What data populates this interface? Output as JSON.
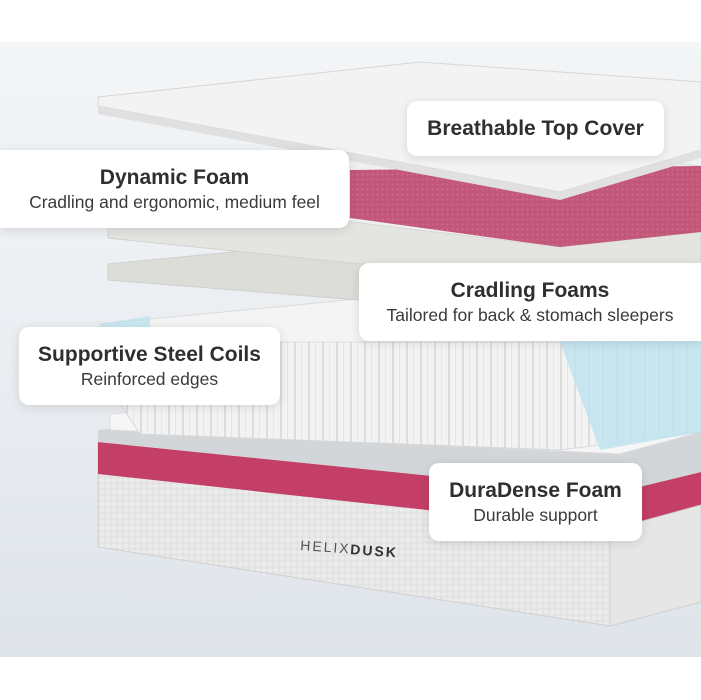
{
  "product": {
    "brand": "HELIX",
    "model": "DUSK"
  },
  "callouts": {
    "top_cover": {
      "title": "Breathable Top Cover"
    },
    "dynamic_foam": {
      "title": "Dynamic Foam",
      "subtitle": "Cradling and ergonomic, medium feel"
    },
    "cradling_foams": {
      "title": "Cradling Foams",
      "subtitle": "Tailored for back & stomach sleepers"
    },
    "steel_coils": {
      "title": "Supportive Steel Coils",
      "subtitle": "Reinforced edges"
    },
    "duradense": {
      "title": "DuraDense Foam",
      "subtitle": "Durable support"
    }
  },
  "colors": {
    "accent_pink": "#b8456a",
    "foam_grey": "#d9d9d6",
    "coil_blue": "#bfe3ee"
  }
}
